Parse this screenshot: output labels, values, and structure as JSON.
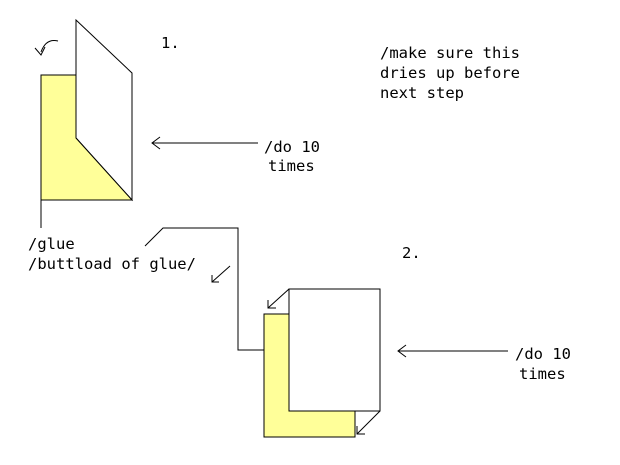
{
  "colors": {
    "background": "#ffffff",
    "glue_fill": "#ffff99",
    "line": "#000000"
  },
  "labels": {
    "step1": "1.",
    "step2": "2.",
    "dry_note": [
      "/make sure this",
      "dries up before",
      "next step"
    ],
    "repeat_step1": [
      "/do 10",
      "times"
    ],
    "repeat_step2": [
      "/do 10",
      "times"
    ],
    "glue": "/glue",
    "lots_of_glue": "/buttload of glue/"
  },
  "icons": {
    "fold_arrow": "curved-arrow-icon",
    "pointer_arrows": "arrow-left-icon"
  }
}
